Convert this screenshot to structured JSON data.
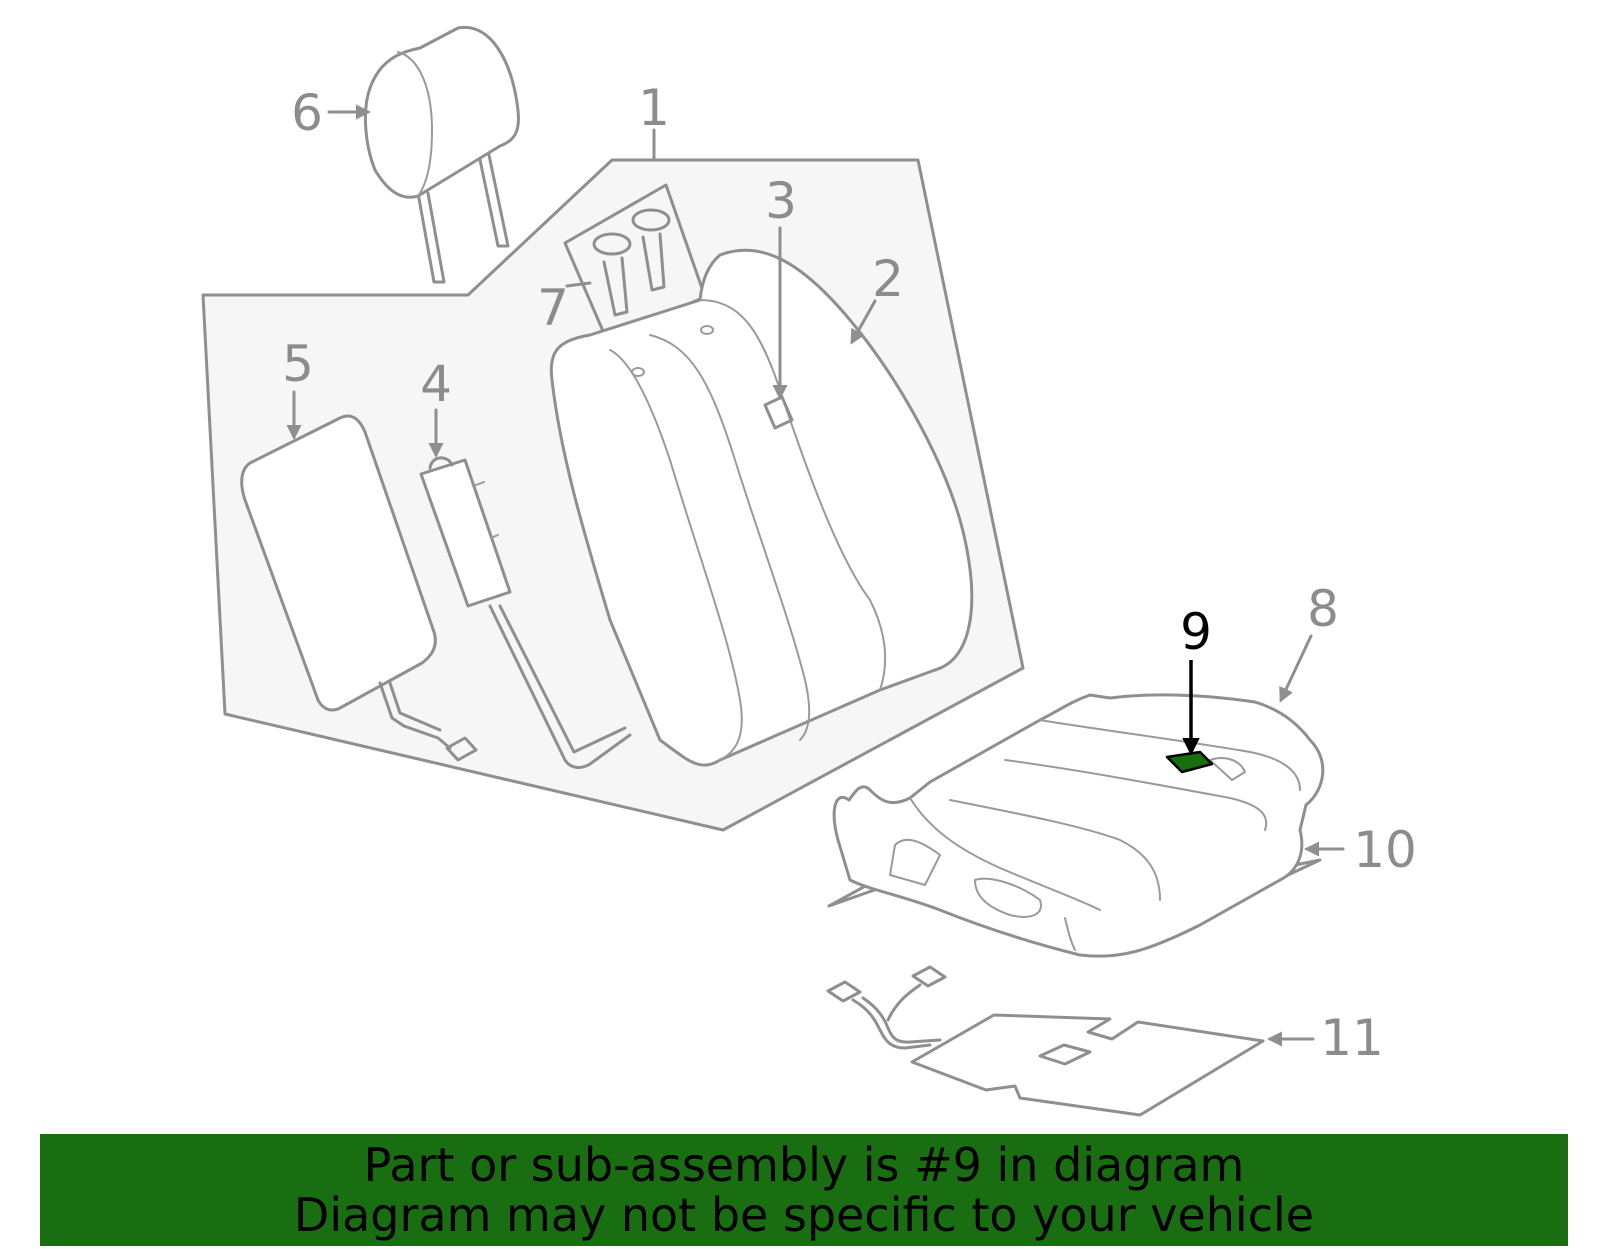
{
  "callouts": {
    "c1": "1",
    "c2": "2",
    "c3": "3",
    "c4": "4",
    "c5": "5",
    "c6": "6",
    "c7": "7",
    "c8": "8",
    "c9": "9",
    "c10": "10",
    "c11": "11"
  },
  "highlight": {
    "part_number": "9",
    "color": "#1a6e12"
  },
  "banner": {
    "line1": "Part or sub-assembly is #9 in diagram",
    "line2": "Diagram may not be specific to your vehicle"
  }
}
